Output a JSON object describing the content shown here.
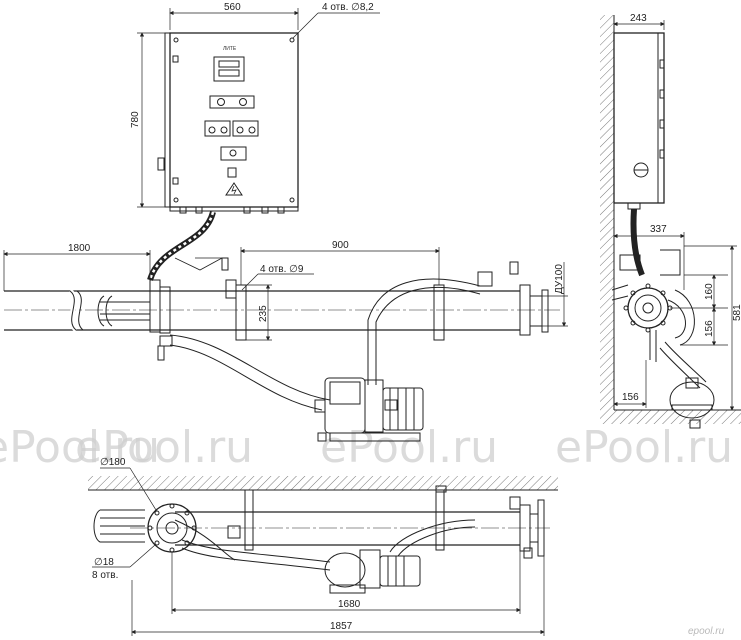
{
  "watermark": {
    "text": "ePool.ru"
  },
  "logo": {
    "text": "epool.ru"
  },
  "control_box": {
    "label": "ЛИТЕ"
  },
  "dimensions": {
    "box_width": "560",
    "box_height": "780",
    "box_holes": "4 отв. ∅8,2",
    "side_depth": "243",
    "pipe_left": "1800",
    "bracket_spacing": "900",
    "bracket_holes": "4 отв. ∅9",
    "bracket_height": "235",
    "nominal_diameter": "ДУ100",
    "side_reach": "337",
    "side_h1": "160",
    "side_h2": "156",
    "side_total": "581",
    "side_bottom": "156",
    "flange_diameter": "∅180",
    "flange_holes_d": "∅18",
    "flange_holes_n": "8 отв.",
    "plan_inner": "1680",
    "plan_total": "1857"
  }
}
